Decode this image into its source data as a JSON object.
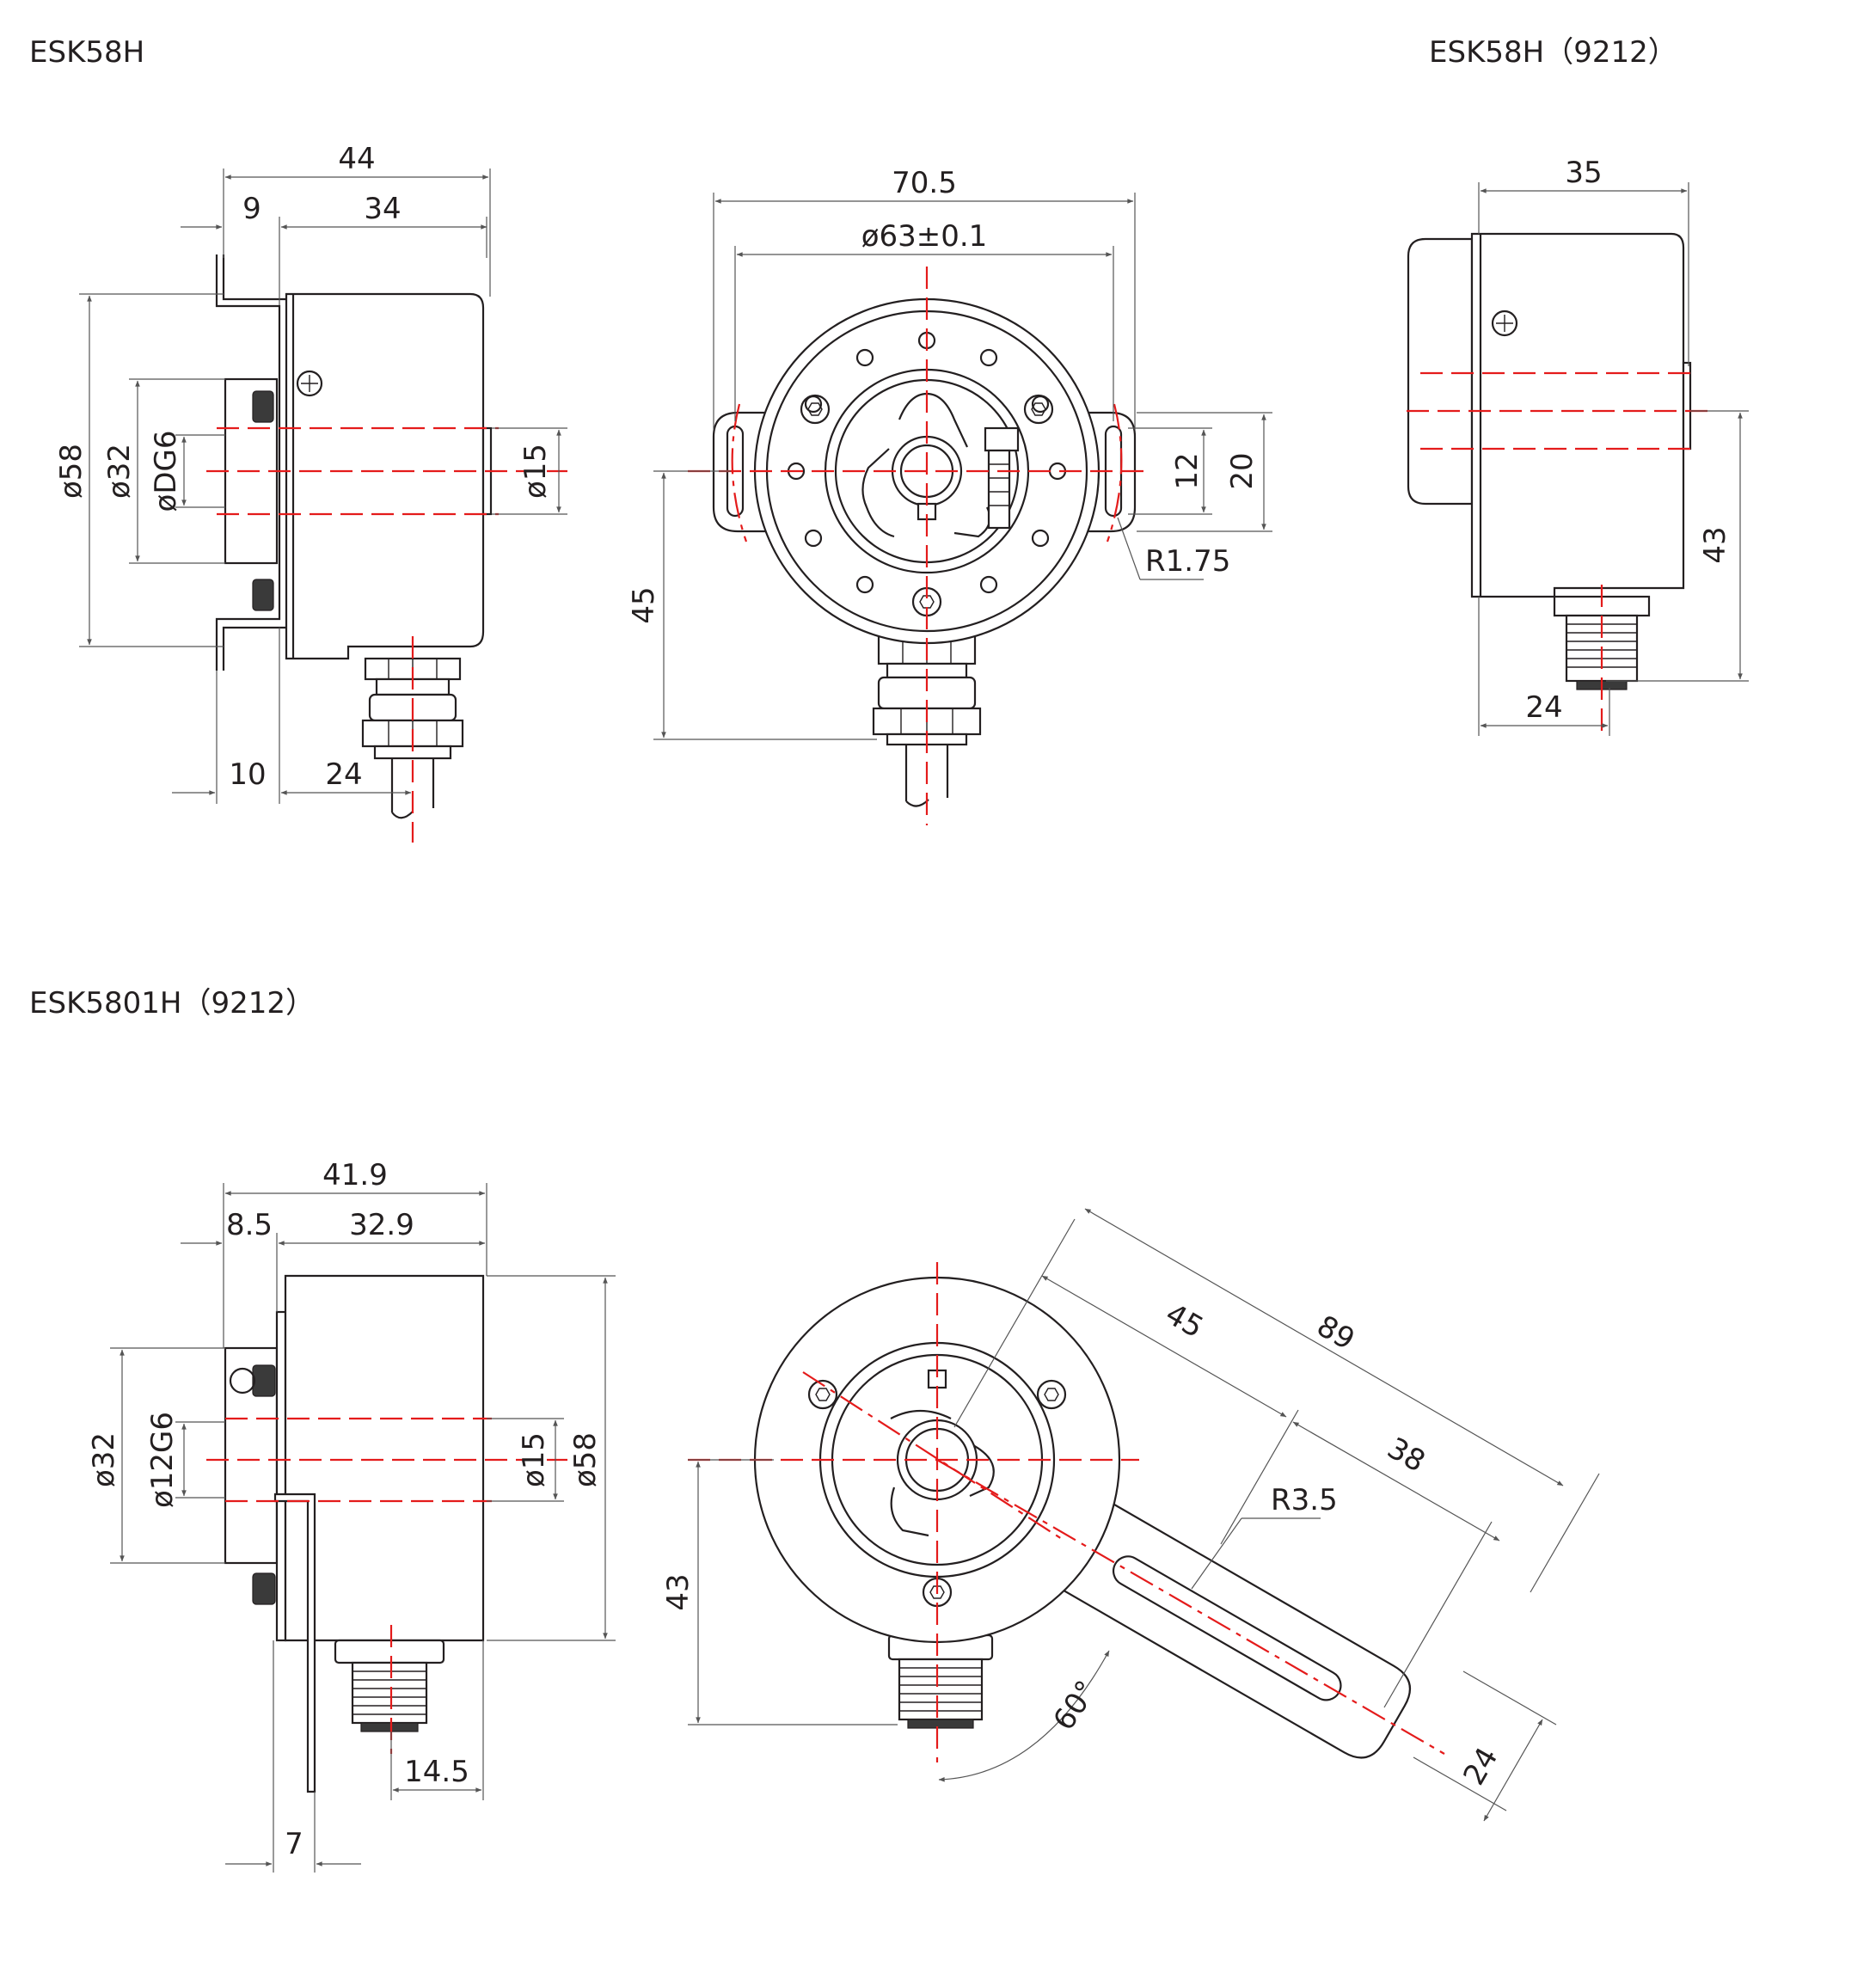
{
  "titles": {
    "esk58h": "ESK58H",
    "esk58h_9212": "ESK58H（9212）",
    "esk5801h_9212": "ESK5801H（9212）"
  },
  "view_side_a": {
    "overall_length": "44",
    "flange_offset": "9",
    "body_length": "34",
    "body_diameter": "ø58",
    "collar_diameter": "ø32",
    "bore_diameter": "øDG6",
    "shaft_diameter": "ø15",
    "bracket_offset": "10",
    "cable_offset": "24"
  },
  "view_front_a": {
    "bracket_width": "70.5",
    "mount_circle": "ø63±0.1",
    "slot_width": "12",
    "slot_length": "20",
    "slot_radius": "R1.75",
    "center_height": "45"
  },
  "view_side_b": {
    "body_length": "35",
    "connector_height": "43",
    "connector_offset": "24"
  },
  "view_side_c": {
    "overall_length": "41.9",
    "flange_offset": "8.5",
    "body_length": "32.9",
    "collar_diameter": "ø32",
    "bore_diameter": "ø12G6",
    "shaft_diameter": "ø15",
    "body_diameter": "ø58",
    "connector_offset": "14.5",
    "bracket_offset": "7"
  },
  "view_front_c": {
    "arm_inner": "45",
    "arm_total": "89",
    "slot_length": "38",
    "slot_radius": "R3.5",
    "center_height": "43",
    "arm_angle": "60°",
    "arm_width": "24"
  }
}
